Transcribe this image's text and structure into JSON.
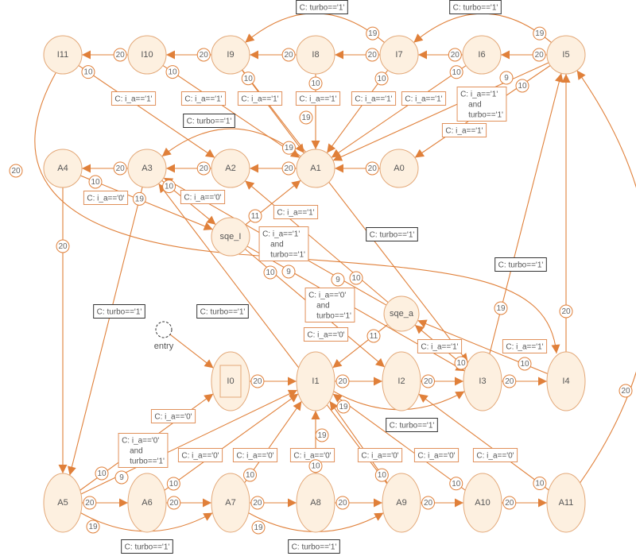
{
  "nodes": [
    "I11",
    "I10",
    "I9",
    "I8",
    "I7",
    "I6",
    "I5",
    "A4",
    "A3",
    "A2",
    "A1",
    "A0",
    "sqe_I",
    "sqe_a",
    "I0",
    "I1",
    "I2",
    "I3",
    "I4",
    "A5",
    "A6",
    "A7",
    "A8",
    "A9",
    "A10",
    "A11"
  ],
  "entry_label": "entry",
  "colors": {
    "edge": "#e0803a",
    "node_fill": "#fdf0e0"
  },
  "edges": [
    {
      "from": "I5",
      "to": "I6",
      "prio": "20",
      "cond": []
    },
    {
      "from": "I6",
      "to": "I7",
      "prio": "20",
      "cond": []
    },
    {
      "from": "I7",
      "to": "I8",
      "prio": "20",
      "cond": []
    },
    {
      "from": "I8",
      "to": "I9",
      "prio": "20",
      "cond": []
    },
    {
      "from": "I9",
      "to": "I10",
      "prio": "20",
      "cond": []
    },
    {
      "from": "I10",
      "to": "I11",
      "prio": "20",
      "cond": []
    },
    {
      "from": "I5",
      "to": "I7",
      "prio": "19",
      "cond": [
        "C: turbo=='1'"
      ]
    },
    {
      "from": "I7",
      "to": "I9",
      "prio": "19",
      "cond": [
        "C: turbo=='1'"
      ]
    },
    {
      "from": "I11",
      "to": "A2",
      "prio": "10",
      "cond": [
        "C: i_a=='1'"
      ]
    },
    {
      "from": "I10",
      "to": "A1",
      "prio": "10",
      "cond": [
        "C: i_a=='1'"
      ]
    },
    {
      "from": "I9",
      "to": "A1",
      "prio": "10",
      "cond": [
        "C: i_a=='1'"
      ]
    },
    {
      "from": "I8",
      "to": "A1",
      "prio": "10",
      "cond": [
        "C: i_a=='1'"
      ]
    },
    {
      "from": "I7",
      "to": "A1",
      "prio": "10",
      "cond": [
        "C: i_a=='1'"
      ]
    },
    {
      "from": "I6",
      "to": "A1",
      "prio": "10",
      "cond": [
        "C: i_a=='1'"
      ]
    },
    {
      "from": "I5",
      "to": "A1",
      "prio": "9",
      "cond": [
        "C: i_a=='1'",
        "and",
        "turbo=='1'"
      ]
    },
    {
      "from": "I5",
      "to": "A0",
      "prio": "10",
      "cond": [
        "C: i_a=='1'"
      ]
    },
    {
      "from": "I9",
      "to": "I3",
      "prio": "19",
      "cond": [
        "C: turbo=='1'"
      ]
    },
    {
      "from": "A1",
      "to": "A3",
      "prio": "19",
      "cond": [
        "C: turbo=='1'"
      ]
    },
    {
      "from": "A0",
      "to": "A1",
      "prio": "20",
      "cond": []
    },
    {
      "from": "A1",
      "to": "A2",
      "prio": "20",
      "cond": []
    },
    {
      "from": "A2",
      "to": "A3",
      "prio": "20",
      "cond": []
    },
    {
      "from": "A3",
      "to": "A4",
      "prio": "20",
      "cond": []
    },
    {
      "from": "A4",
      "to": "A5",
      "prio": "20",
      "cond": []
    },
    {
      "from": "I11",
      "to": "I4",
      "prio": "20",
      "cond": []
    },
    {
      "from": "A4",
      "to": "sqe_I",
      "prio": "10",
      "cond": [
        "C: i_a=='0'"
      ]
    },
    {
      "from": "A3",
      "to": "sqe_I",
      "prio": "10",
      "cond": [
        "C: i_a=='0'"
      ]
    },
    {
      "from": "sqe_I",
      "to": "A1",
      "prio": "11",
      "cond": []
    },
    {
      "from": "sqe_I",
      "to": "I2",
      "prio": "10",
      "cond": [
        "C: i_a=='0'"
      ]
    },
    {
      "from": "sqe_I",
      "to": "I3",
      "prio": "9",
      "cond": [
        "C: i_a=='0'",
        "and",
        "turbo=='1'"
      ]
    },
    {
      "from": "sqe_a",
      "to": "A2",
      "prio": "10",
      "cond": [
        "C: i_a=='1'"
      ]
    },
    {
      "from": "sqe_a",
      "to": "A3",
      "prio": "9",
      "cond": [
        "C: i_a=='1'",
        "and",
        "turbo=='1'"
      ]
    },
    {
      "from": "sqe_a",
      "to": "I1",
      "prio": "11",
      "cond": []
    },
    {
      "from": "I3",
      "to": "sqe_a",
      "prio": "10",
      "cond": [
        "C: i_a=='1'"
      ]
    },
    {
      "from": "I4",
      "to": "sqe_a",
      "prio": "10",
      "cond": [
        "C: i_a=='1'"
      ]
    },
    {
      "from": "A3",
      "to": "A5",
      "prio": "19",
      "cond": [
        "C: turbo=='1'"
      ]
    },
    {
      "from": "A9",
      "to": "A3",
      "prio": "19",
      "cond": [
        "C: turbo=='1'"
      ]
    },
    {
      "from": "I3",
      "to": "I5",
      "prio": "19",
      "cond": [
        "C: turbo=='1'"
      ]
    },
    {
      "from": "I4",
      "to": "I5",
      "prio": "20",
      "cond": []
    },
    {
      "from": "A11",
      "to": "I5",
      "prio": "20",
      "cond": []
    },
    {
      "from": "entry",
      "to": "I0",
      "prio": "",
      "cond": []
    },
    {
      "from": "I0",
      "to": "I1",
      "prio": "20",
      "cond": []
    },
    {
      "from": "I1",
      "to": "I2",
      "prio": "20",
      "cond": []
    },
    {
      "from": "I2",
      "to": "I3",
      "prio": "20",
      "cond": []
    },
    {
      "from": "I3",
      "to": "I4",
      "prio": "20",
      "cond": []
    },
    {
      "from": "I1",
      "to": "I3",
      "prio": "19",
      "cond": [
        "C: turbo=='1'"
      ]
    },
    {
      "from": "A5",
      "to": "I0",
      "prio": "10",
      "cond": [
        "C: i_a=='0'"
      ]
    },
    {
      "from": "A5",
      "to": "I1",
      "prio": "9",
      "cond": [
        "C: i_a=='0'",
        "and",
        "turbo=='1'"
      ]
    },
    {
      "from": "A6",
      "to": "I1",
      "prio": "10",
      "cond": [
        "C: i_a=='0'"
      ]
    },
    {
      "from": "A7",
      "to": "I1",
      "prio": "10",
      "cond": [
        "C: i_a=='0'"
      ]
    },
    {
      "from": "A8",
      "to": "I1",
      "prio": "10",
      "cond": [
        "C: i_a=='0'"
      ]
    },
    {
      "from": "A9",
      "to": "I1",
      "prio": "10",
      "cond": [
        "C: i_a=='0'"
      ]
    },
    {
      "from": "A10",
      "to": "I1",
      "prio": "10",
      "cond": [
        "C: i_a=='0'"
      ]
    },
    {
      "from": "A11",
      "to": "I2",
      "prio": "10",
      "cond": [
        "C: i_a=='0'"
      ]
    },
    {
      "from": "A5",
      "to": "A6",
      "prio": "20",
      "cond": []
    },
    {
      "from": "A6",
      "to": "A7",
      "prio": "20",
      "cond": []
    },
    {
      "from": "A7",
      "to": "A8",
      "prio": "20",
      "cond": []
    },
    {
      "from": "A8",
      "to": "A9",
      "prio": "20",
      "cond": []
    },
    {
      "from": "A9",
      "to": "A10",
      "prio": "20",
      "cond": []
    },
    {
      "from": "A10",
      "to": "A11",
      "prio": "20",
      "cond": []
    },
    {
      "from": "A5",
      "to": "A7",
      "prio": "19",
      "cond": [
        "C: turbo=='1'"
      ]
    },
    {
      "from": "A7",
      "to": "A9",
      "prio": "19",
      "cond": [
        "C: turbo=='1'"
      ]
    }
  ]
}
